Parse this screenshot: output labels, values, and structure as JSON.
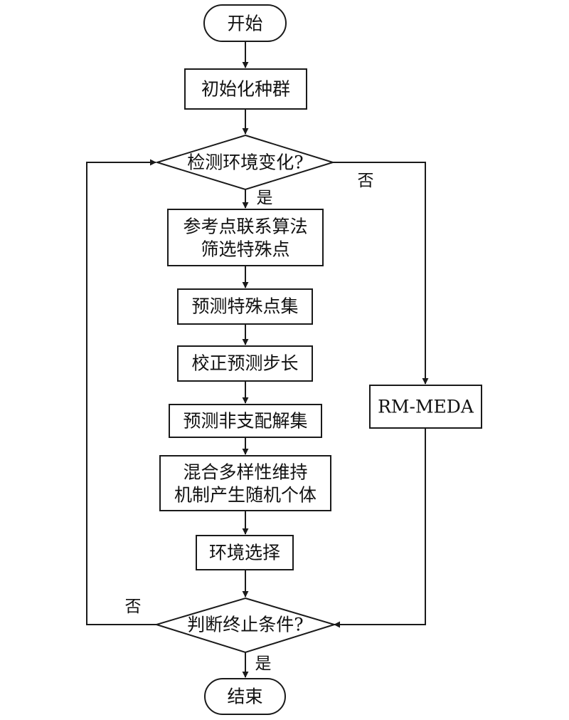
{
  "flowchart": {
    "start": "开始",
    "init_population": "初始化种群",
    "detect_change": "检测环境变化?",
    "select_special_line1": "参考点联系算法",
    "select_special_line2": "筛选特殊点",
    "predict_special": "预测特殊点集",
    "correct_step": "校正预测步长",
    "predict_nondominated": "预测非支配解集",
    "diversity_line1": "混合多样性维持",
    "diversity_line2": "机制产生随机个体",
    "env_selection": "环境选择",
    "rm_meda": "RM-MEDA",
    "judge_termination": "判断终止条件?",
    "end": "结束"
  },
  "edge_labels": {
    "detect_yes": "是",
    "detect_no": "否",
    "judge_yes": "是",
    "judge_no": "否"
  }
}
